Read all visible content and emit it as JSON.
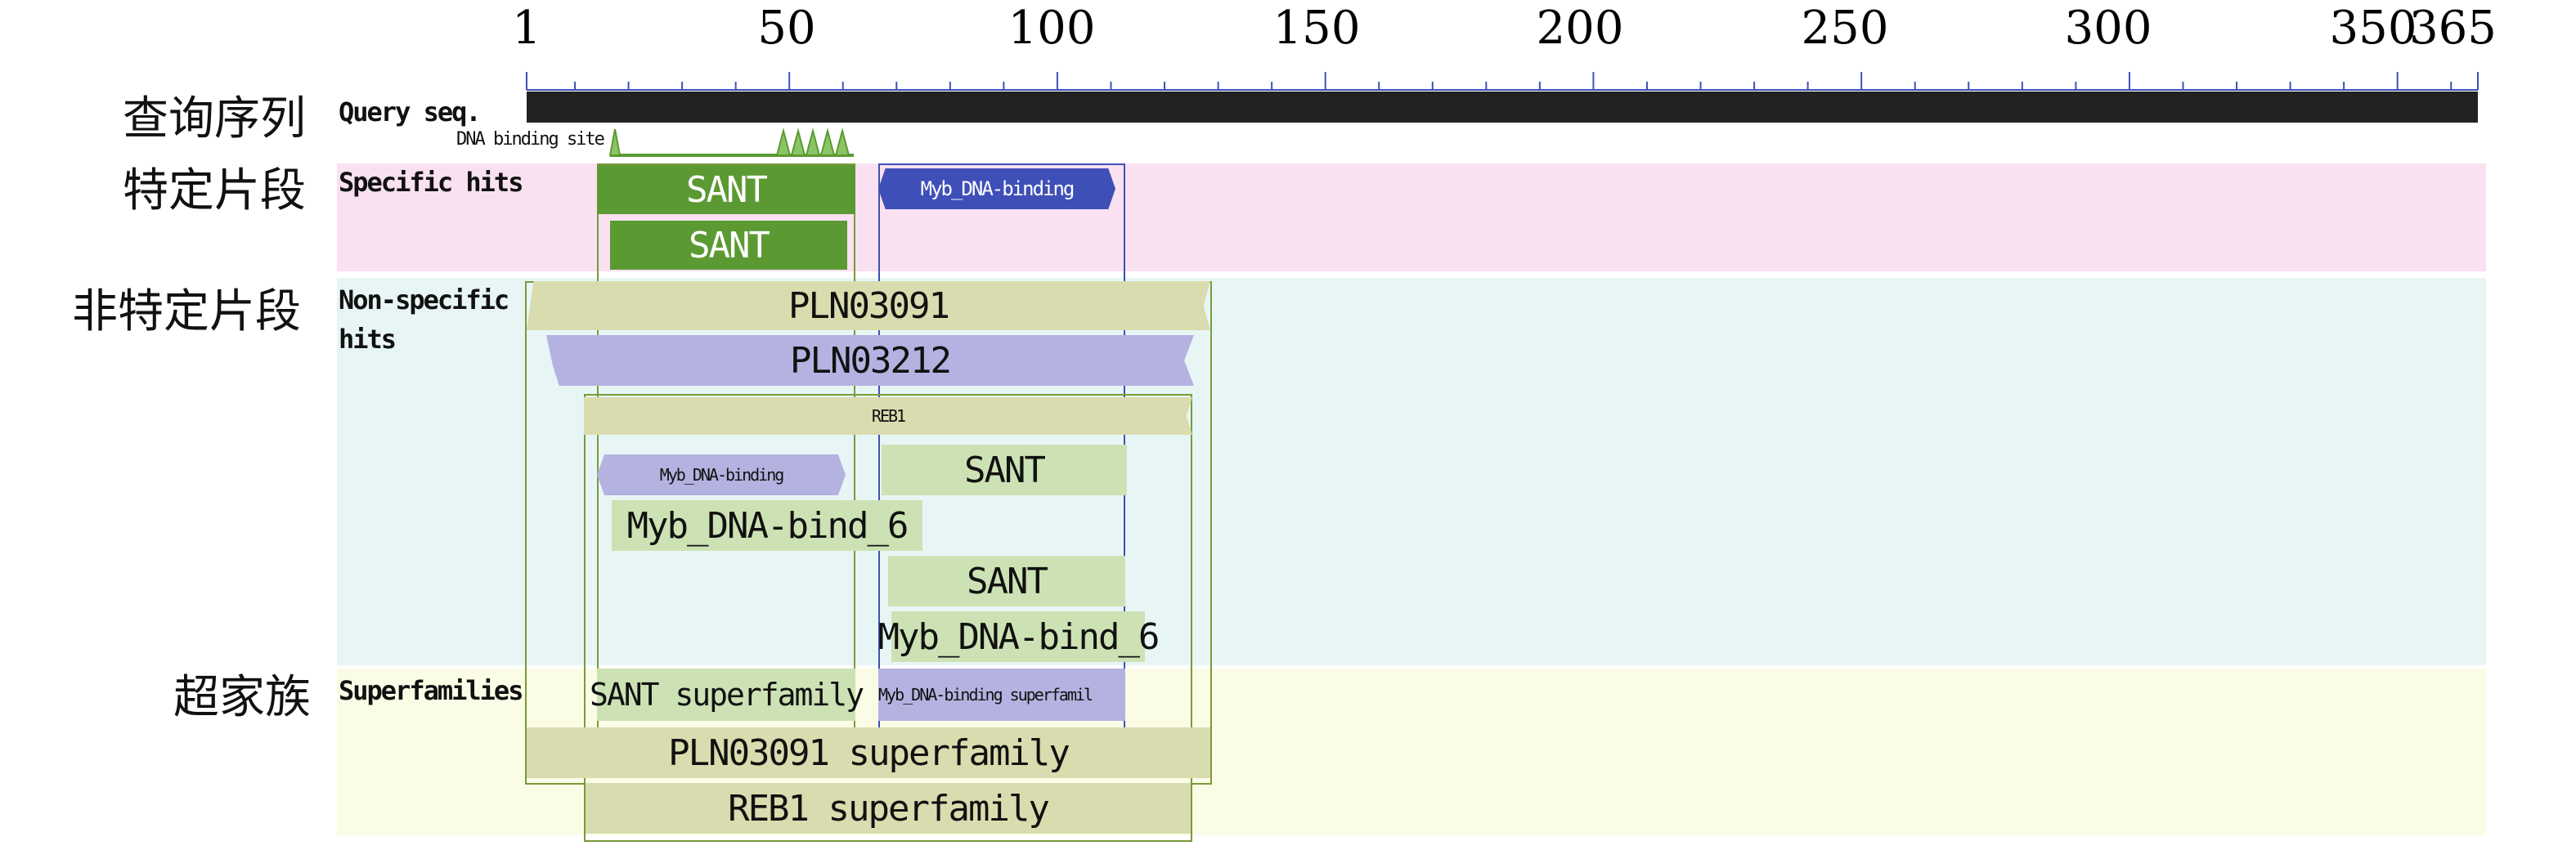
{
  "axis": {
    "ticks": [
      {
        "label": "1",
        "pos": 1
      },
      {
        "label": "50",
        "pos": 50
      },
      {
        "label": "100",
        "pos": 100
      },
      {
        "label": "150",
        "pos": 150
      },
      {
        "label": "200",
        "pos": 200
      },
      {
        "label": "250",
        "pos": 250
      },
      {
        "label": "300",
        "pos": 300
      },
      {
        "label": "350",
        "pos": 350
      },
      {
        "label": "365",
        "pos": 365
      }
    ],
    "length": 365
  },
  "rows": {
    "query": {
      "zh": "查询序列",
      "en": "Query seq."
    },
    "specific": {
      "zh": "特定片段",
      "en": "Specific hits"
    },
    "nonspecific": {
      "zh": "非特定片段",
      "en_line1": "Non-specific",
      "en_line2": "hits"
    },
    "superfamilies": {
      "zh": "超家族",
      "en": "Superfamilies"
    }
  },
  "site_label": "DNA binding site",
  "colors": {
    "query_bar": "#222222",
    "specific_bg": "#f9e1f1",
    "nonspecific_bg": "#e7f6f5",
    "super_bg": "#fbfce6",
    "green_dark": "#5b9a33",
    "blue_dark": "#3f4fb8",
    "tan": "#d9dcae",
    "lavender": "#b4b2e0",
    "green_light": "#cde2b4",
    "outline_green": "#7a9a3a",
    "outline_blue": "#3f4fb8"
  },
  "hits": {
    "specific": [
      {
        "label": "SANT",
        "start": 14,
        "end": 63
      },
      {
        "label": "SANT",
        "start": 17,
        "end": 61
      },
      {
        "label": "Myb_DNA-binding",
        "start": 67,
        "end": 112
      }
    ],
    "nonspecific": [
      {
        "label": "PLN03091",
        "start": 1,
        "end": 130
      },
      {
        "label": "PLN03212",
        "start": 5,
        "end": 127
      },
      {
        "label": "REB1",
        "start": 12,
        "end": 125
      },
      {
        "label": "Myb_DNA-binding",
        "start": 14,
        "end": 61
      },
      {
        "label": "SANT",
        "start": 68,
        "end": 115
      },
      {
        "label": "Myb_DNA-bind_6",
        "start": 17,
        "end": 77
      },
      {
        "label": "SANT",
        "start": 69,
        "end": 113
      },
      {
        "label": "Myb_DNA-bind_6",
        "start": 70,
        "end": 118
      }
    ],
    "superfamilies": [
      {
        "label": "SANT superfamily",
        "start": 14,
        "end": 63
      },
      {
        "label": "Myb_DNA-binding superfamil",
        "start": 67,
        "end": 112
      },
      {
        "label": "PLN03091 superfamily",
        "start": 1,
        "end": 130
      },
      {
        "label": "REB1 superfamily",
        "start": 12,
        "end": 125
      }
    ]
  }
}
